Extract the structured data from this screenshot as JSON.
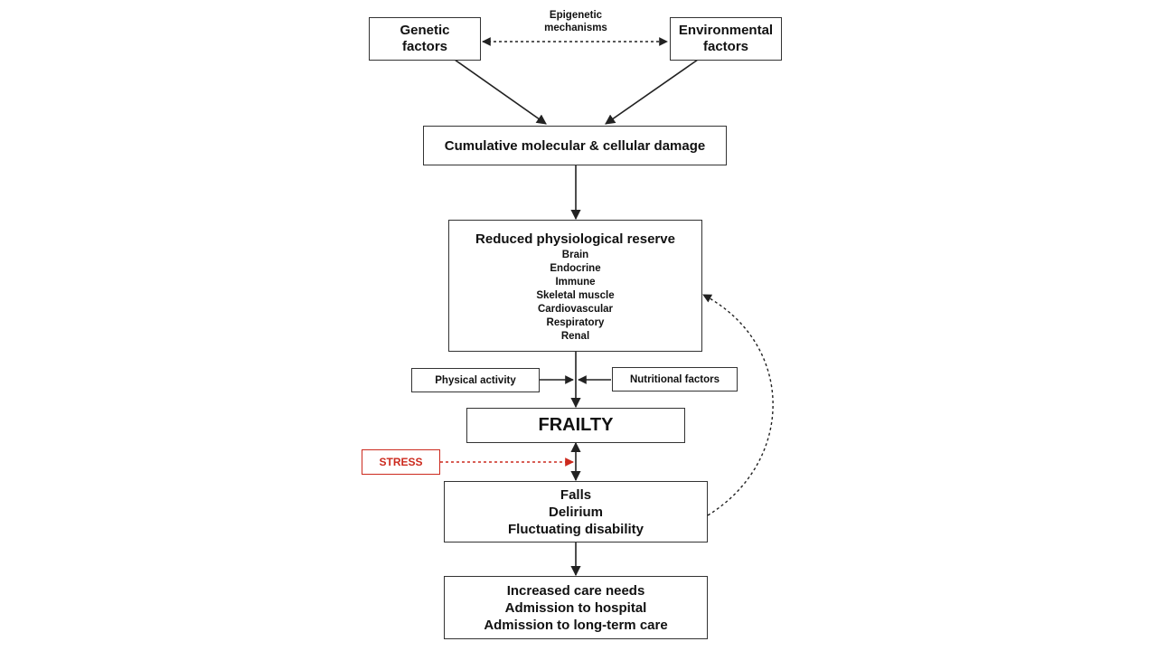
{
  "nodes": {
    "genetic": {
      "lines": [
        "Genetic",
        "factors"
      ]
    },
    "environmental": {
      "lines": [
        "Environmental",
        "factors"
      ]
    },
    "epigenetic": {
      "lines": [
        "Epigenetic",
        "mechanisms"
      ]
    },
    "damage": {
      "label": "Cumulative molecular & cellular damage"
    },
    "reserve": {
      "title": "Reduced physiological reserve",
      "items": [
        "Brain",
        "Endocrine",
        "Immune",
        "Skeletal muscle",
        "Cardiovascular",
        "Respiratory",
        "Renal"
      ]
    },
    "physical_activity": {
      "label": "Physical activity"
    },
    "nutritional": {
      "label": "Nutritional factors"
    },
    "frailty": {
      "label": "FRAILTY"
    },
    "stress": {
      "label": "STRESS"
    },
    "outcomes": {
      "lines": [
        "Falls",
        "Delirium",
        "Fluctuating disability"
      ]
    },
    "care": {
      "lines": [
        "Increased care needs",
        "Admission to hospital",
        "Admission to long-term care"
      ]
    }
  },
  "colors": {
    "stroke": "#222222",
    "stress": "#cc2a1e"
  }
}
